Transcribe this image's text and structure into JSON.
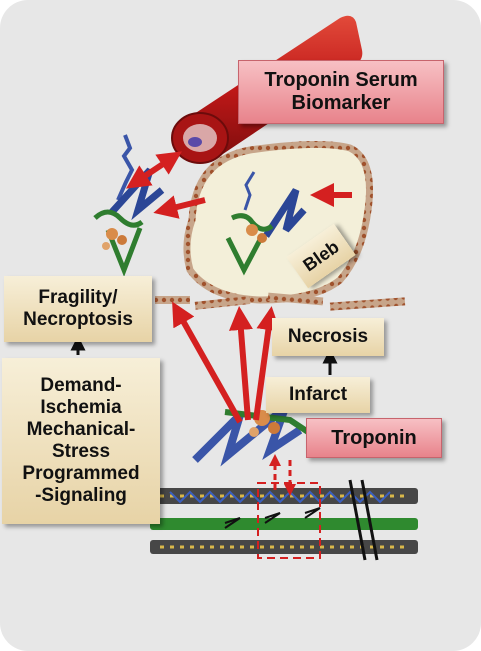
{
  "labels": {
    "troponin_serum_biomarker": "Troponin Serum\nBiomarker",
    "bleb": "Bleb",
    "fragility": "Fragility/\nNecroptosis",
    "necrosis": "Necrosis",
    "demand": "Demand-\nIschemia\nMechanical-\nStress\nProgrammed\n-Signaling",
    "infarct": "Infarct",
    "troponin": "Troponin"
  },
  "colors": {
    "panel_background": "#e7e7e7",
    "arrow_red": "#d42020",
    "vessel_red": "#c01818",
    "tan_box": "#ecd9ae",
    "pink_box": "#ef9ca3",
    "troponin_blue": "#3a55a8",
    "troponin_green": "#2f7d2f",
    "bleb_fill": "#f3efd9"
  },
  "icons": [
    "blood-vessel-icon",
    "troponin-complex-icon",
    "bleb-membrane-icon",
    "sarcomere-filament-icon"
  ]
}
